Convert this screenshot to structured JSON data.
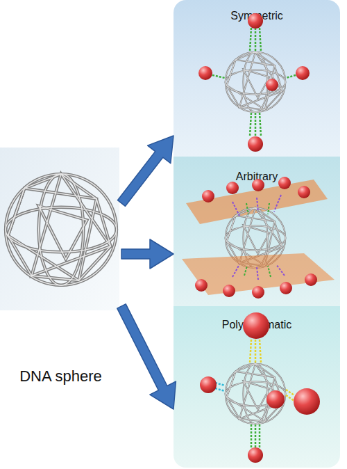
{
  "diagram": {
    "nodes": [
      {
        "text": [
          "DNA sphere"
        ]
      },
      {
        "text": [
          "Symmetric"
        ]
      },
      {
        "text": [
          "Arbitrary"
        ]
      },
      {
        "text": [
          "Polychromatic"
        ]
      }
    ],
    "edges": [
      {
        "from": 0,
        "to": 1,
        "arrow": "to"
      },
      {
        "from": 0,
        "to": 2,
        "arrow": "to"
      },
      {
        "from": 0,
        "to": 3,
        "arrow": "to"
      }
    ]
  }
}
